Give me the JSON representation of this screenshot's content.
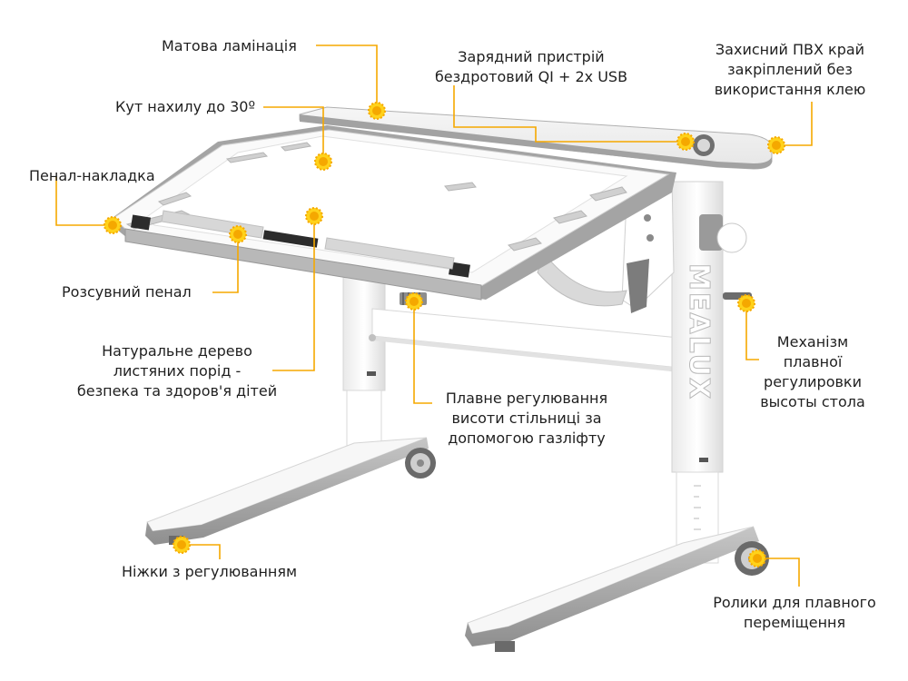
{
  "callouts": {
    "lamination": "Матова ламінація",
    "charger": [
      "Зарядний пристрій",
      "бездротовий QI + 2x USB"
    ],
    "pvc_edge": [
      "Захисний ПВХ край",
      "закріплений без",
      "використання клею"
    ],
    "tilt": "Кут нахилу до 30º",
    "pencil_overlay": "Пенал-накладка",
    "sliding_case": "Розсувний пенал",
    "wood": [
      "Натуральне дерево",
      "листяних порід -",
      "безпека та здоров'я дітей"
    ],
    "gaslift": [
      "Плавне регулювання",
      "висоти стільниці за",
      "допомогою газліфту"
    ],
    "mechanism": [
      "Механізм",
      "плавної",
      "регулировки",
      "высоты стола"
    ],
    "legs": "Ніжки з регулюванням",
    "wheels": [
      "Ролики для плавного",
      "переміщення"
    ]
  },
  "product": {
    "column_logo": "MEALUX"
  },
  "colors": {
    "accent": "#f5a800",
    "marker": "#ffd21a",
    "frame_gray": "#a3a3a3",
    "white": "#ffffff"
  }
}
